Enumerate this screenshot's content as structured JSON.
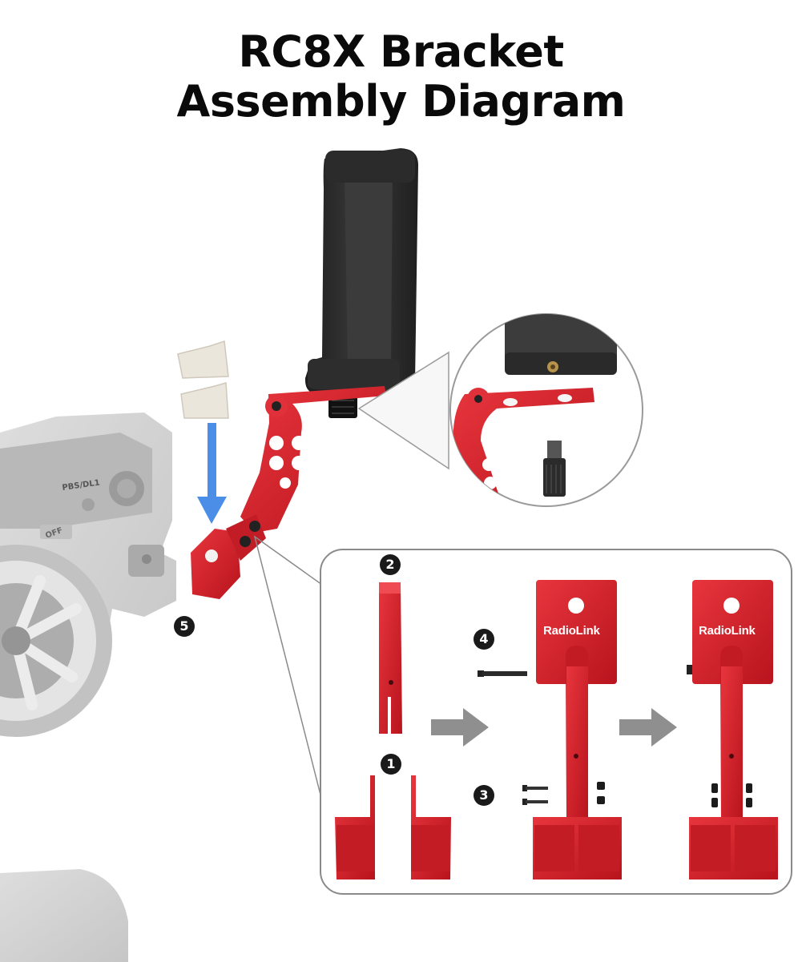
{
  "title": {
    "line1": "RC8X Bracket",
    "line2": "Assembly Diagram"
  },
  "step_labels": {
    "step1": "1",
    "step2": "2",
    "step3": "3",
    "step4": "4",
    "step5": "5"
  },
  "transmitter_labels": {
    "switch_label": "PBS/DL1",
    "off_label": "OFF"
  },
  "brand_labels": {
    "middle": "RadioLink",
    "right": "RadioLink"
  },
  "colors": {
    "bracket_red": "#d0202a",
    "phone_clamp_black": "#2a2a2a",
    "arrow_blue": "#4a8ee8",
    "arrow_gray": "#8f8f8f",
    "transmitter_gray": "#bdbdbd"
  }
}
